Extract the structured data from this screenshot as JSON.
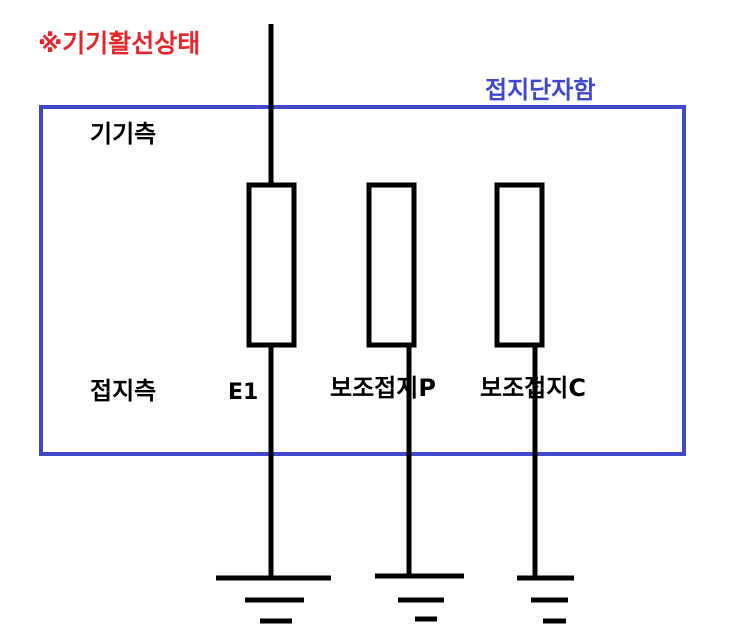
{
  "title": "※기기활선상태",
  "box_label": "접지단자함",
  "side_top": "기기측",
  "side_bottom": "접지측",
  "terminals": [
    {
      "id": "e1",
      "label": "E1"
    },
    {
      "id": "p",
      "label": "보조접지P"
    },
    {
      "id": "c",
      "label": "보조접지C"
    }
  ],
  "colors": {
    "title": "#e8252a",
    "box": "#3f48cc",
    "line": "#000000"
  }
}
